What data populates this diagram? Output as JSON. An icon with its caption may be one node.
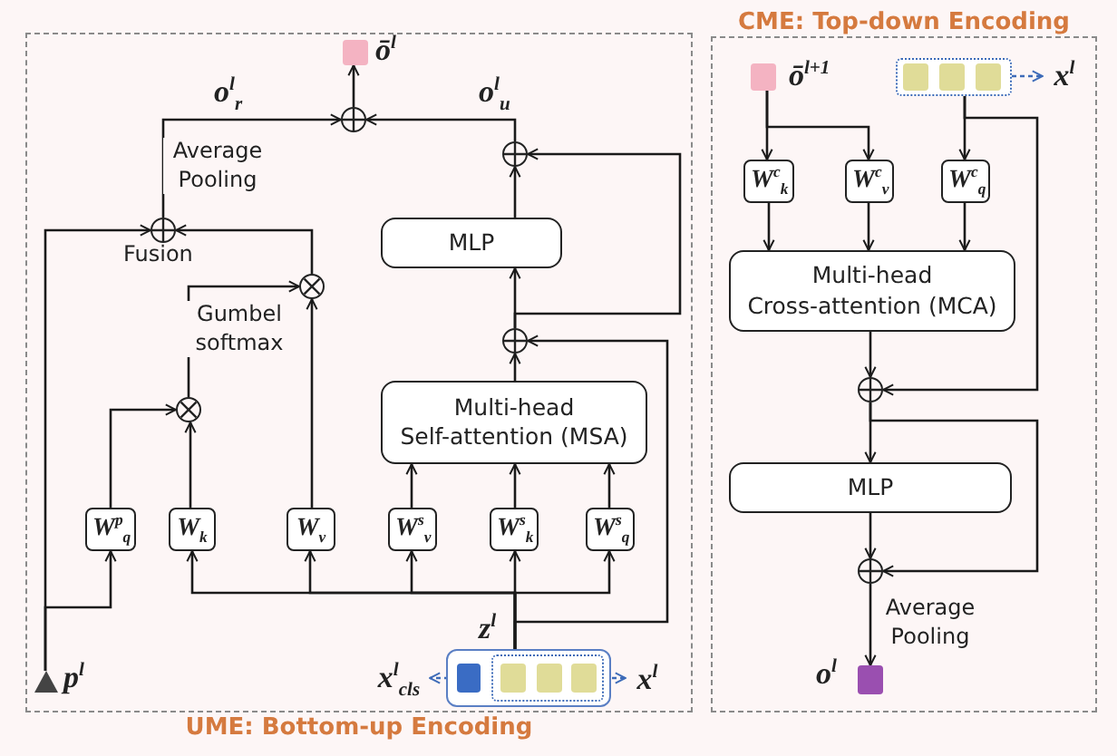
{
  "diagram": {
    "nodes": [
      {
        "text": [
          "UME: Bottom-up Encoding"
        ]
      },
      {
        "text": [
          "CME: Top-down Encoding"
        ]
      },
      {
        "text": [],
        "shape": "box",
        "in": 0,
        "beside": [
          "ō$^{l}$"
        ]
      },
      {
        "text": [],
        "shape": "circle",
        "in": 0
      },
      {
        "text": [],
        "shape": "circle",
        "in": 0
      },
      {
        "text": [],
        "shape": "circle",
        "in": 0,
        "beside": [
          "Fusion"
        ]
      },
      {
        "text": [
          "MLP"
        ],
        "in": 0
      },
      {
        "text": [],
        "shape": "circle",
        "in": 0
      },
      {
        "text": [],
        "shape": "circle",
        "in": 0
      },
      {
        "text": [],
        "shape": "circle",
        "in": 0
      },
      {
        "text": [
          "Multi-head Self-attention (MSA)"
        ],
        "in": 0
      },
      {
        "text": [
          "W$^{p}$$_{q}$"
        ],
        "in": 0
      },
      {
        "text": [
          "W$_{k}$"
        ],
        "in": 0
      },
      {
        "text": [
          "W$_{v}$"
        ],
        "in": 0
      },
      {
        "text": [
          "W$^{s}$$_{v}$"
        ],
        "in": 0
      },
      {
        "text": [
          "W$^{s}$$_{k}$"
        ],
        "in": 0
      },
      {
        "text": [
          "W$^{s}$$_{q}$"
        ],
        "in": 0
      },
      {
        "text": [],
        "shape": "box",
        "in": 0
      },
      {
        "text": [],
        "shape": "box",
        "in": 17
      },
      {
        "text": [],
        "shape": "box",
        "in": 17
      },
      {
        "text": [],
        "shape": "box",
        "in": 19
      },
      {
        "text": [],
        "shape": "box",
        "in": 19
      },
      {
        "text": [],
        "shape": "box",
        "in": 19
      },
      {
        "text": [
          "x$^{l}$$_{cls}$"
        ],
        "in": 0
      },
      {
        "text": [
          "x$^{l}$"
        ],
        "in": 0
      },
      {
        "text": [],
        "shape": "triangle",
        "in": 0,
        "beside": [
          "p$^{l}$"
        ]
      },
      {
        "text": [],
        "shape": "box",
        "in": 1,
        "beside": [
          "ō$^{l+1}$"
        ]
      },
      {
        "text": [],
        "shape": "box",
        "in": 1
      },
      {
        "text": [],
        "shape": "box",
        "in": 27
      },
      {
        "text": [],
        "shape": "box",
        "in": 27
      },
      {
        "text": [],
        "shape": "box",
        "in": 27
      },
      {
        "text": [
          "x$^{l}$"
        ],
        "in": 1
      },
      {
        "text": [
          "W$^{c}$$_{k}$"
        ],
        "in": 1
      },
      {
        "text": [
          "W$^{c}$$_{v}$"
        ],
        "in": 1
      },
      {
        "text": [
          "W$^{c}$$_{q}$"
        ],
        "in": 1
      },
      {
        "text": [
          "Multi-head Cross-attention (MCA)"
        ],
        "in": 1
      },
      {
        "text": [],
        "shape": "circle",
        "in": 1
      },
      {
        "text": [
          "MLP"
        ],
        "in": 1
      },
      {
        "text": [],
        "shape": "circle",
        "in": 1
      },
      {
        "text": [],
        "shape": "box",
        "in": 1,
        "beside": [
          "o$^{l}$"
        ]
      }
    ],
    "edges": [
      {
        "from": 17,
        "to": 12,
        "arrow": "to"
      },
      {
        "from": 17,
        "to": 13,
        "arrow": "to"
      },
      {
        "from": 17,
        "to": 14,
        "arrow": "to"
      },
      {
        "from": 17,
        "to": 15,
        "arrow": "to"
      },
      {
        "from": 17,
        "to": 16,
        "arrow": "to"
      },
      {
        "from": 17,
        "to": 8,
        "arrow": "to"
      },
      {
        "from": 14,
        "to": 10,
        "arrow": "to"
      },
      {
        "from": 15,
        "to": 10,
        "arrow": "to"
      },
      {
        "from": 16,
        "to": 10,
        "arrow": "to"
      },
      {
        "from": 10,
        "to": 8,
        "arrow": "to"
      },
      {
        "from": 8,
        "to": 6,
        "arrow": "to"
      },
      {
        "from": 8,
        "to": 4,
        "arrow": "to"
      },
      {
        "from": 6,
        "to": 4,
        "arrow": "to"
      },
      {
        "from": 4,
        "to": 3,
        "arrow": "to",
        "label": "o$^{l}$$_{u}$"
      },
      {
        "from": 3,
        "to": 2,
        "arrow": "to"
      },
      {
        "from": 5,
        "to": 3,
        "arrow": "to",
        "label": "o$^{l}$$_{r}$"
      },
      {
        "from": 7,
        "to": 5,
        "arrow": "to"
      },
      {
        "from": 9,
        "to": 7,
        "arrow": "to"
      },
      {
        "from": 13,
        "to": 7,
        "arrow": "to"
      },
      {
        "from": 12,
        "to": 9,
        "arrow": "to"
      },
      {
        "from": 11,
        "to": 9,
        "arrow": "to"
      },
      {
        "from": 25,
        "to": 11,
        "arrow": "to"
      },
      {
        "from": 25,
        "to": 5,
        "arrow": "to"
      },
      {
        "from": 18,
        "to": 23,
        "arrow": "to",
        "style": "dashed",
        "color": "#3d6bb8"
      },
      {
        "from": 19,
        "to": 24,
        "arrow": "to",
        "style": "dashed",
        "color": "#3d6bb8"
      },
      {
        "from": 26,
        "to": 32,
        "arrow": "to"
      },
      {
        "from": 26,
        "to": 33,
        "arrow": "to"
      },
      {
        "from": 27,
        "to": 34,
        "arrow": "to"
      },
      {
        "from": 27,
        "to": 36,
        "arrow": "to"
      },
      {
        "from": 32,
        "to": 35,
        "arrow": "to"
      },
      {
        "from": 33,
        "to": 35,
        "arrow": "to"
      },
      {
        "from": 34,
        "to": 35,
        "arrow": "to"
      },
      {
        "from": 35,
        "to": 36,
        "arrow": "to"
      },
      {
        "from": 36,
        "to": 37,
        "arrow": "to"
      },
      {
        "from": 36,
        "to": 38,
        "arrow": "to"
      },
      {
        "from": 37,
        "to": 38,
        "arrow": "to"
      },
      {
        "from": 38,
        "to": 39,
        "arrow": "to",
        "label": "Average Pooling"
      },
      {
        "from": 27,
        "to": 31,
        "arrow": "to",
        "style": "dashed",
        "color": "#3d6bb8"
      }
    ],
    "labels": [
      "Average Pooling",
      "Gumbel softmax",
      "z$^{l}$"
    ]
  }
}
